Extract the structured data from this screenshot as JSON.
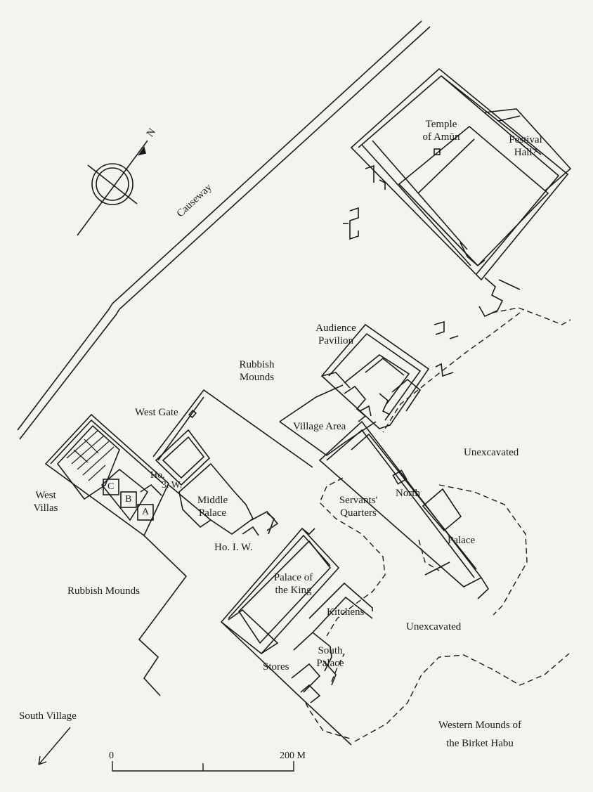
{
  "labels": {
    "temple_line1": "Temple",
    "temple_line2": "of Amūn",
    "festival_line1": "Festival",
    "festival_line2": "Hall?",
    "causeway": "Causeway",
    "audience_line1": "Audience",
    "audience_line2": "Pavilion",
    "rubbish_top_line1": "Rubbish",
    "rubbish_top_line2": "Mounds",
    "west_gate": "West Gate",
    "village_area": "Village Area",
    "unexcavated_east": "Unexcavated",
    "ho3w_line1": "Ho.",
    "ho3w_line2": "3. W.",
    "villa_c": "C",
    "villa_b": "B",
    "villa_a": "A",
    "west_villas_line1": "West",
    "west_villas_line2": "Villas",
    "middle_palace_line1": "Middle",
    "middle_palace_line2": "Palace",
    "servants_line1": "Servants'",
    "servants_line2": "Quarters",
    "north": "North",
    "palace": "Palace",
    "ho1w": "Ho. I. W.",
    "palace_king_line1": "Palace of",
    "palace_king_line2": "the King",
    "rubbish_west": "Rubbish Mounds",
    "kitchens": "Kitchens",
    "unexcavated_south": "Unexcavated",
    "south_palace_line1": "South",
    "south_palace_line2": "Palace",
    "stores": "Stores",
    "south_village": "South Village",
    "western_mounds_line1": "Western Mounds of",
    "western_mounds_line2": "the Birket Habu"
  },
  "compass": {
    "north_letter": "N",
    "icon": "north-arrow-icon"
  },
  "scale": {
    "start": "0",
    "end": "200 M",
    "icon": "scale-bar"
  },
  "colors": {
    "ink": "#1a1a1a",
    "paper": "#f4f3ef"
  }
}
